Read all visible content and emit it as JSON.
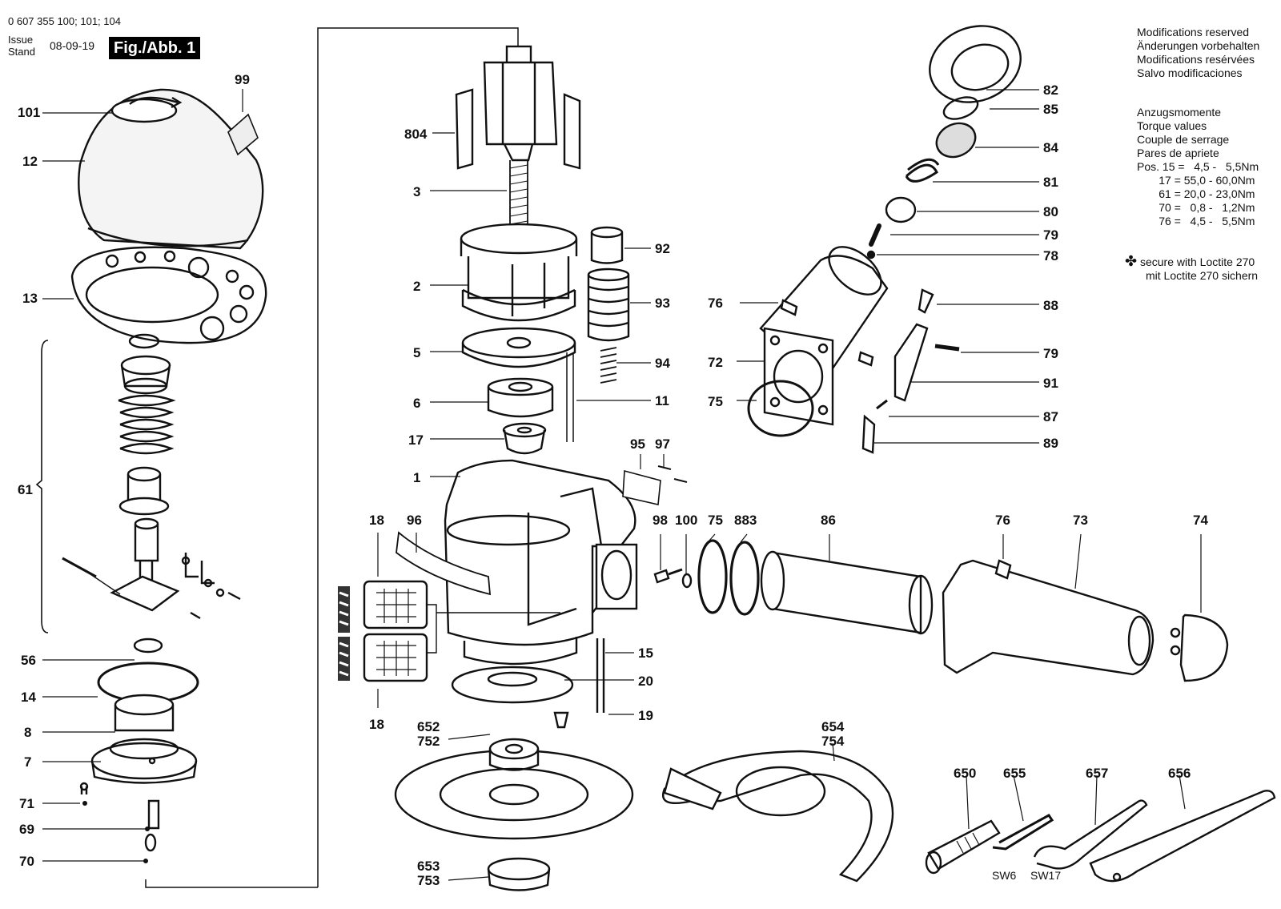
{
  "header": {
    "part_numbers": "0 607 355 100; 101; 104",
    "issue_label": "Issue",
    "stand_label": "Stand",
    "date": "08-09-19",
    "figure": "Fig./Abb. 1"
  },
  "notes": {
    "modifications": [
      "Modifications reserved",
      "Änderungen vorbehalten",
      "Modifications resérvées",
      "Salvo modificaciones"
    ],
    "torque_title": [
      "Anzugsmomente",
      "Torque values",
      "Couple de serrage",
      "Pares de apriete"
    ],
    "torque_values": [
      "Pos. 15 =   4,5 -   5,5Nm",
      "       17 = 55,0 - 60,0Nm",
      "       61 = 20,0 - 23,0Nm",
      "       70 =   0,8 -   1,2Nm",
      "       76 =   4,5 -   5,5Nm"
    ],
    "loctite_symbol": "✤",
    "loctite_en": "secure with Loctite 270",
    "loctite_de": "mit Loctite 270 sichern"
  },
  "labels": {
    "l101": "101",
    "l99": "99",
    "l12": "12",
    "l13": "13",
    "l61": "61",
    "l56": "56",
    "l14": "14",
    "l8": "8",
    "l7": "7",
    "l71": "71",
    "l69": "69",
    "l70": "70",
    "l804": "804",
    "l3": "3",
    "l2": "2",
    "l5": "5",
    "l6": "6",
    "l17": "17",
    "l1": "1",
    "l92": "92",
    "l93": "93",
    "l94": "94",
    "l11": "11",
    "l95": "95",
    "l97": "97",
    "l18a": "18",
    "l96": "96",
    "l18b": "18",
    "l15": "15",
    "l20": "20",
    "l19": "19",
    "l652": "652",
    "l752": "752",
    "l653": "653",
    "l753": "753",
    "l98": "98",
    "l100": "100",
    "l75b": "75",
    "l883": "883",
    "l86": "86",
    "l76b": "76",
    "l73": "73",
    "l74": "74",
    "l82": "82",
    "l85": "85",
    "l84": "84",
    "l81": "81",
    "l80": "80",
    "l79a": "79",
    "l78": "78",
    "l76a": "76",
    "l72": "72",
    "l75a": "75",
    "l88": "88",
    "l79b": "79",
    "l91": "91",
    "l87": "87",
    "l89": "89",
    "l654": "654",
    "l754": "754",
    "l650": "650",
    "l655": "655",
    "l657": "657",
    "l656": "656",
    "sw6": "SW6",
    "sw17": "SW17"
  }
}
